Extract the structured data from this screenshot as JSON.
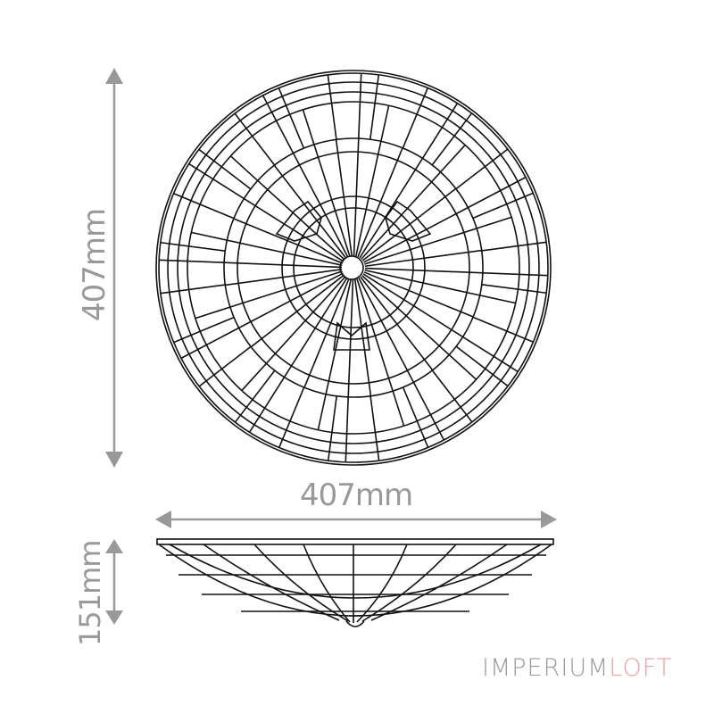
{
  "drawing": {
    "title": "Ceiling lamp technical drawing",
    "views": [
      "top-view",
      "side-view"
    ]
  },
  "dimensions": {
    "height_label": "407mm",
    "width_label": "407mm",
    "depth_label": "151mm"
  },
  "brand": {
    "part1": "IMPERIUM",
    "part2": "LOFT",
    "color_part1": "#9a9a9a",
    "color_part2": "#e8a3a3"
  },
  "colors": {
    "dimension_gray": "#999999",
    "line_black": "#111111"
  }
}
